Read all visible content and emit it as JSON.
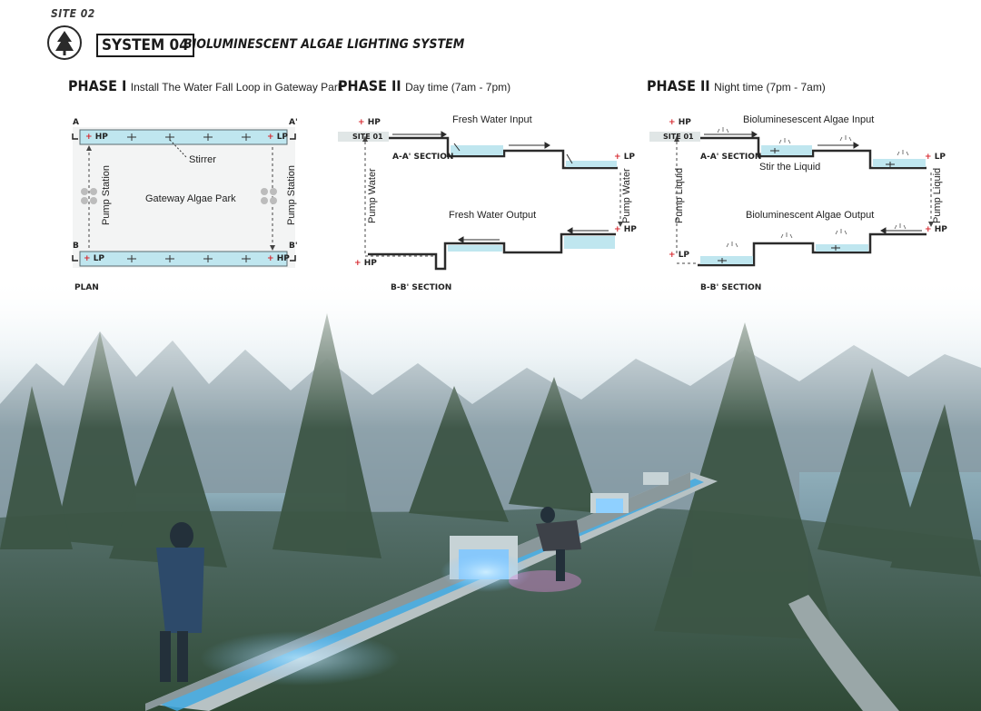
{
  "header": {
    "site": "SITE 02",
    "system_box": "SYSTEM 04",
    "system_title": "BIOLUMINESCENT ALGAE LIGHTING SYSTEM",
    "logo_icon": "pine-tree-icon"
  },
  "phase1": {
    "label": "PHASE I",
    "subtitle": "Install The Water Fall Loop in Gateway Park",
    "corner_a": "A",
    "corner_a_prime": "A'",
    "corner_b": "B",
    "corner_b_prime": "B'",
    "hp": "HP",
    "lp": "LP",
    "stirrer": "Stirrer",
    "park_label": "Gateway Algae Park",
    "pump_left": "Pump Station",
    "pump_right": "Pump Station",
    "plan_label": "PLAN"
  },
  "phase2_day": {
    "label": "PHASE II",
    "subtitle": "Day time (7am - 7pm)",
    "site_tag": "SITE 01",
    "hp_top": "HP",
    "lp_right": "LP",
    "hp_right": "HP",
    "hp_bottom": "HP",
    "input_label": "Fresh Water Input",
    "output_label": "Fresh Water Output",
    "section_aa": "A-A' SECTION",
    "section_bb": "B-B' SECTION",
    "pump_left": "Pump Water",
    "pump_right": "Pump Water"
  },
  "phase2_night": {
    "label": "PHASE II",
    "subtitle": "Night time (7pm - 7am)",
    "site_tag": "SITE 01",
    "hp_top": "HP",
    "lp_right": "LP",
    "hp_right": "HP",
    "lp_bottom": "LP",
    "input_label": "Bioluminesescent Algae Input",
    "stir_label": "Stir the Liquid",
    "output_label": "Bioluminescent Algae Output",
    "section_aa": "A-A' SECTION",
    "section_bb": "B-B' SECTION",
    "pump_left": "Pump Liquid",
    "pump_right": "Pump Liquid"
  },
  "colors": {
    "accent_red": "#d7282f",
    "water_cyan": "#bfe6ef",
    "channel_dark": "#2b2b2b",
    "glow_blue": "#9fd9ff"
  }
}
